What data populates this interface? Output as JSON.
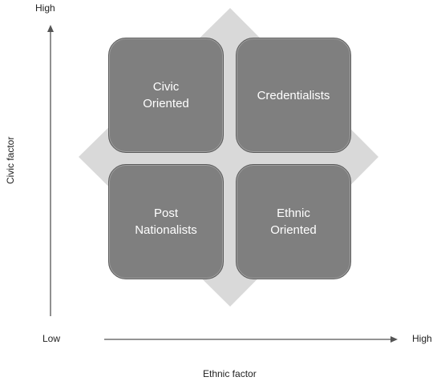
{
  "axes": {
    "y": {
      "title": "Civic factor",
      "high_label": "High"
    },
    "x": {
      "title": "Ethnic factor",
      "low_label": "Low",
      "high_label": "High"
    }
  },
  "quadrants": {
    "top_left": "Civic\nOriented",
    "top_right": "Credentialists",
    "bottom_left": "Post\nNationalists",
    "bottom_right": "Ethnic\nOriented"
  },
  "colors": {
    "quadrant_fill": "#7f7f7f",
    "diamond_fill": "#d9d9d9",
    "axis_line": "#555555"
  }
}
